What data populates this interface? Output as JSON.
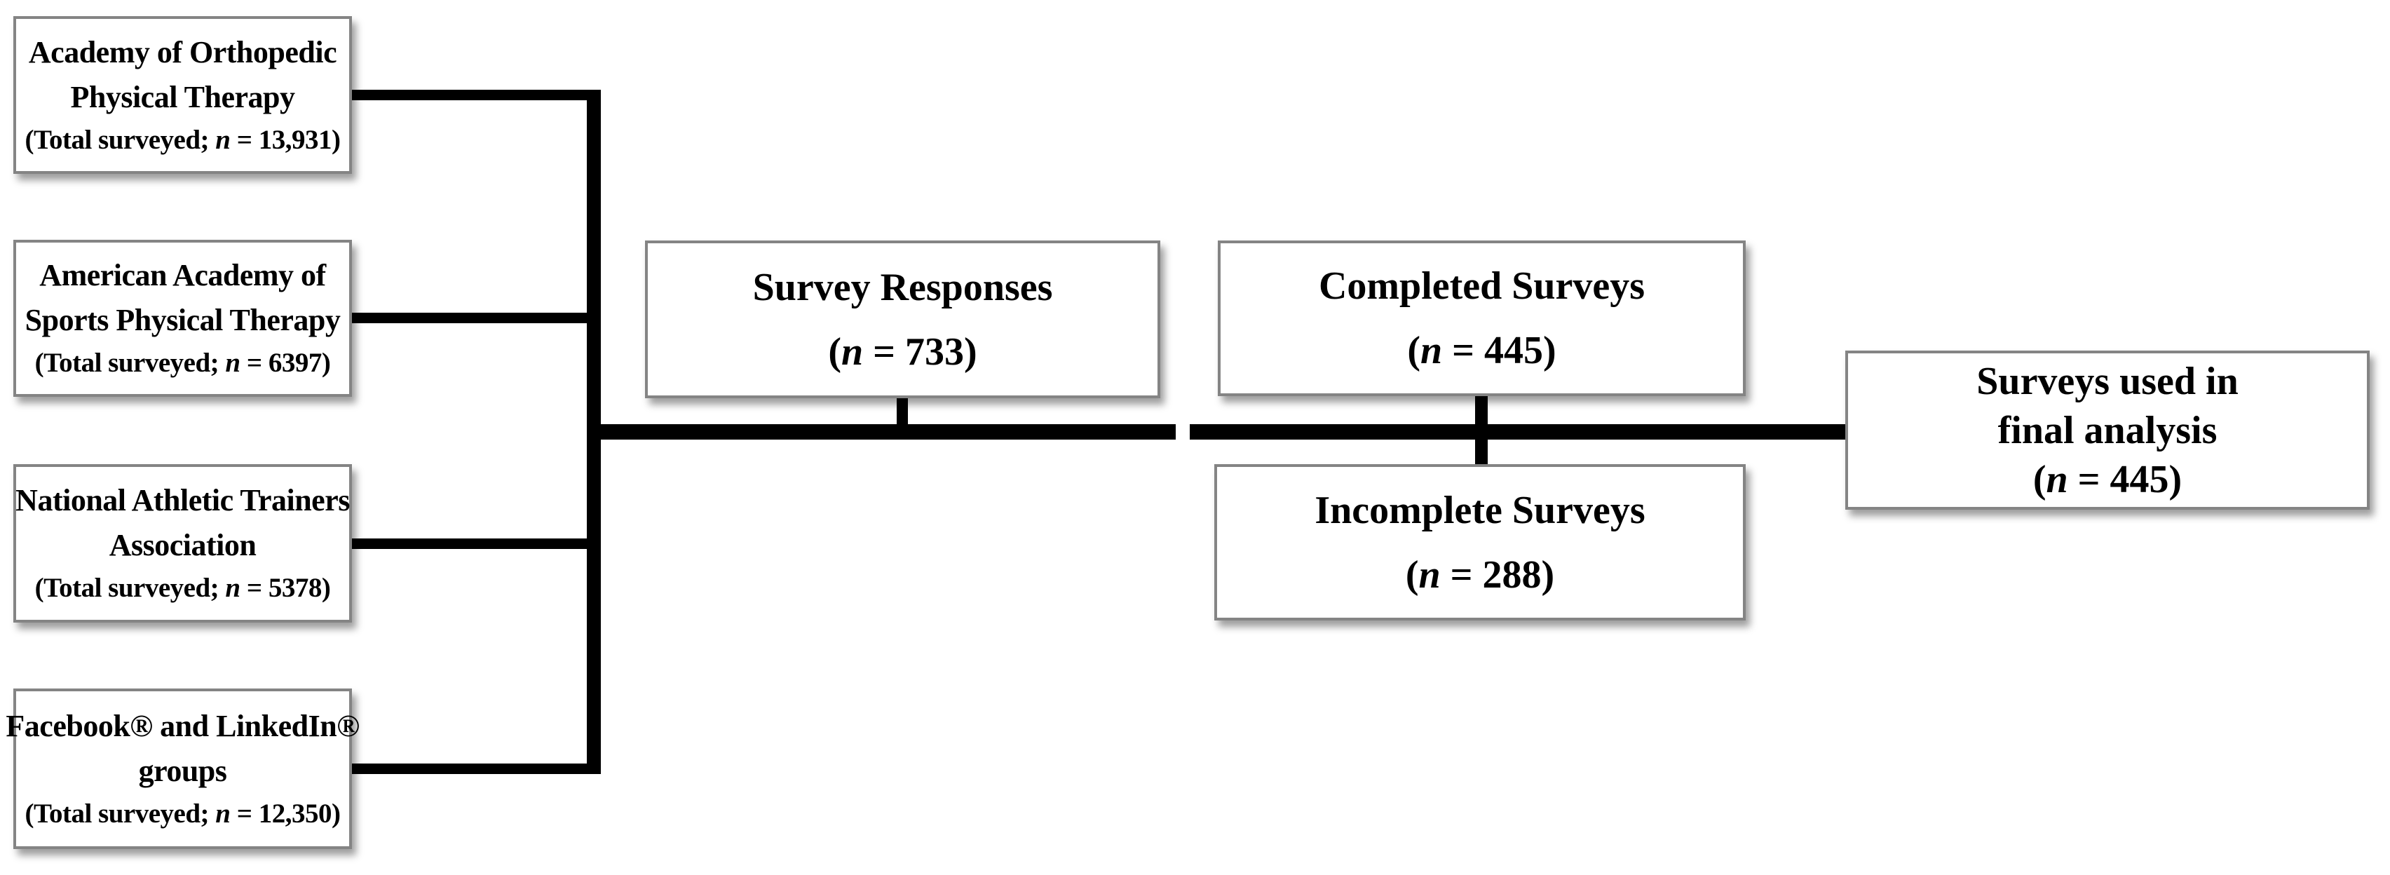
{
  "boxes": {
    "aopt": {
      "line1": "Academy of Orthopedic",
      "line2": "Physical Therapy",
      "count_pre": "(Total surveyed; ",
      "count_var": "n",
      "count_post": " = 13,931)"
    },
    "aaspt": {
      "line1": "American Academy of",
      "line2": "Sports Physical Therapy",
      "count_pre": "(Total surveyed; ",
      "count_var": "n",
      "count_post": " = 6397)"
    },
    "nata": {
      "line1": "National Athletic Trainers",
      "line2": "Association",
      "count_pre": "(Total surveyed; ",
      "count_var": "n",
      "count_post": " = 5378)"
    },
    "social": {
      "line1": "Facebook® and LinkedIn®",
      "line2": "groups",
      "count_pre": "(Total surveyed; ",
      "count_var": "n",
      "count_post": " = 12,350)"
    },
    "responses": {
      "line1": "Survey Responses",
      "count_pre": "(",
      "count_var": "n",
      "count_post": " = 733)"
    },
    "completed": {
      "line1": "Completed Surveys",
      "count_pre": "(",
      "count_var": "n",
      "count_post": " = 445)"
    },
    "incomplete": {
      "line1": "Incomplete Surveys",
      "count_pre": "(",
      "count_var": "n",
      "count_post": " = 288)"
    },
    "final": {
      "line1": "Surveys used in",
      "line2": "final analysis",
      "count_pre": "(",
      "count_var": "n",
      "count_post": " = 445)"
    }
  },
  "colors": {
    "connector_line": "#000000",
    "box_border": "#848484",
    "box_background": "#ffffff",
    "text": "#000000"
  }
}
